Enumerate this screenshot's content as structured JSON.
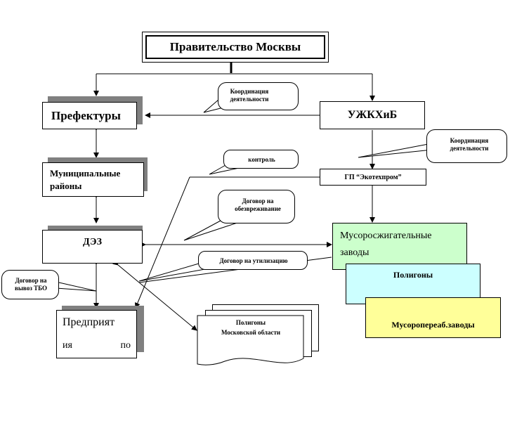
{
  "nodes": {
    "government": "Правительство Москвы",
    "prefectures": "Префектуры",
    "uzhkkhib": "УЖКХиБ",
    "municipal": "Муниципальные районы",
    "dez": "ДЭЗ",
    "gp_ecotekhprom": "ГП “Экотехпром”",
    "incineration": "Мусоросжигательные заводы",
    "landfills": "Полигоны",
    "processing": "Мусоропереаб.заводы",
    "enterprises_line1": "Предприят",
    "enterprises_line2a": "ия",
    "enterprises_line2b": "по",
    "moscow_region_landfills": "Полигоны Московской области"
  },
  "callouts": {
    "coordination1": "Координация деятельности",
    "coordination2": "Координация деятельности",
    "control": "контроль",
    "neutralization": "Договор на обезвреживание",
    "utilization": "Договор на утилизацию",
    "tbo_removal": "Договор на вывоз ТБО"
  },
  "colors": {
    "incineration_fill": "#ccffcc",
    "landfills_fill": "#ccffff",
    "processing_fill": "#ffff99",
    "shadow": "#808080"
  }
}
